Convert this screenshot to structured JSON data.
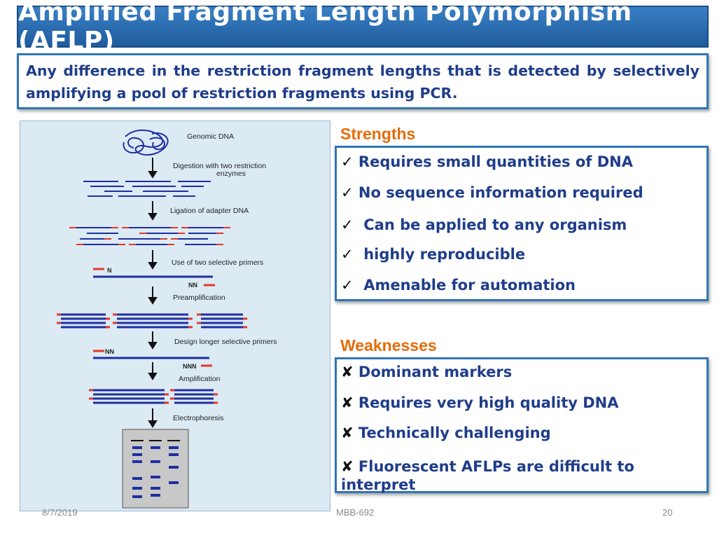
{
  "title": "Amplified Fragment Length Polymorphism (AFLP)",
  "definition": "Any difference in the restriction fragment lengths that is detected by selectively amplifying a pool of restriction fragments using PCR.",
  "diagram": {
    "steps": {
      "genomic": "Genomic DNA",
      "digestion1": "Digestion with two restriction",
      "digestion2": "enzymes",
      "ligation": "Ligation of adapter DNA",
      "selective": "Use of two selective primers",
      "preamp": "Preamplification",
      "longer": "Design longer selective primers",
      "amplification": "Amplification",
      "electrophoresis": "Electrophoresis"
    },
    "primers": {
      "n": "N",
      "nn1": "NN",
      "nn2": "NN",
      "nnn": "NNN"
    }
  },
  "strengths": {
    "heading": "Strengths",
    "mark": "✓",
    "items": [
      "Requires small quantities of DNA",
      "No sequence information required",
      "Can be applied to any organism",
      "highly reproducible",
      "Amenable for automation"
    ]
  },
  "weaknesses": {
    "heading": "Weaknesses",
    "mark": "✘",
    "items": [
      "Dominant markers",
      "Requires very high quality DNA",
      "Technically challenging",
      "Fluorescent AFLPs are difficult to interpret"
    ]
  },
  "footer": {
    "date": "8/7/2019",
    "course": "MBB-692",
    "page": "20"
  },
  "colors": {
    "accent": "#2e75b6",
    "heading": "#e46c0a",
    "text": "#1f3d8a",
    "dna": "#1f2fa0",
    "adapter": "#e03a2a"
  }
}
